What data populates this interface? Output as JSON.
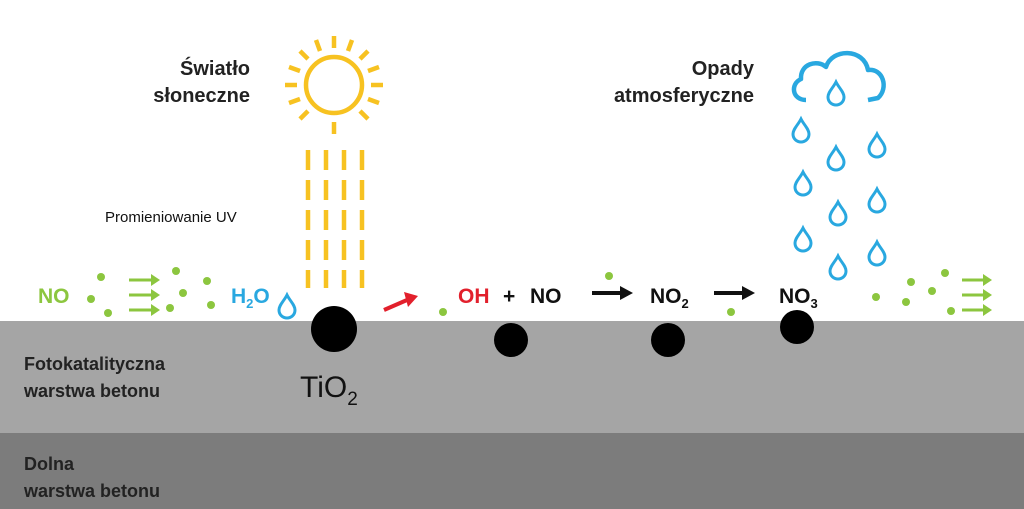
{
  "labels": {
    "sunlight_line1": "Światło",
    "sunlight_line2": "słoneczne",
    "rain_line1": "Opady",
    "rain_line2": "atmosferyczne",
    "uv": "Promieniowanie UV",
    "layer_top_line1": "Fotokatalityczna",
    "layer_top_line2": "warstwa betonu",
    "layer_bottom_line1": "Dolna",
    "layer_bottom_line2": "warstwa betonu"
  },
  "chem": {
    "no_in": "NO",
    "h2o_h": "H",
    "h2o_sub": "2",
    "h2o_o": "O",
    "oh": "OH",
    "plus": "+",
    "no": "NO",
    "no2_base": "NO",
    "no2_sub": "2",
    "no3_base": "NO",
    "no3_sub": "3",
    "tio2_base": "TiO",
    "tio2_sub": "2"
  },
  "colors": {
    "green": "#8cc63f",
    "blue": "#29a8e0",
    "red": "#e2202c",
    "sun": "#f7c221",
    "top_layer": "#a5a5a5",
    "bottom_layer": "#7c7c7c"
  },
  "icons": [
    "sun-icon",
    "cloud-icon",
    "raindrop-icon",
    "water-drop-icon",
    "arrow-right-icon",
    "molecule-dot"
  ]
}
